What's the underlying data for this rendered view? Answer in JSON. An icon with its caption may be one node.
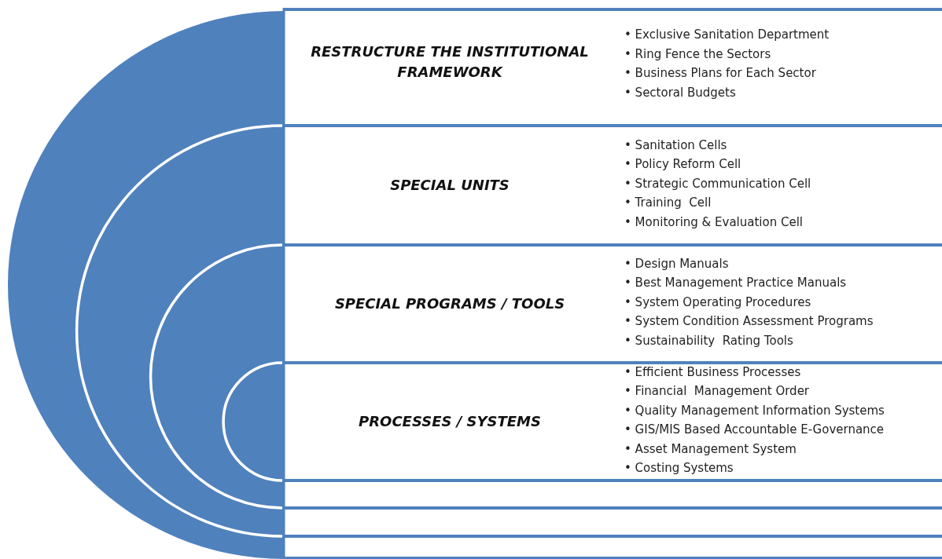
{
  "diagram": {
    "nodes": [
      {
        "text": [
          "RESTRUCTURE THE INSTITUTIONAL FRAMEWORK",
          "• Exclusive Sanitation Department",
          "• Ring Fence the Sectors",
          "• Business Plans for Each Sector",
          "• Sectoral Budgets"
        ]
      },
      {
        "text": [
          "SPECIAL UNITS",
          "• Sanitation Cells",
          "• Policy Reform Cell",
          "• Strategic Communication Cell",
          "• Training  Cell",
          "• Monitoring & Evaluation Cell"
        ]
      },
      {
        "text": [
          "SPECIAL PROGRAMS / TOOLS",
          "• Design Manuals",
          "• Best Management Practice Manuals",
          "• System Operating Procedures",
          "• System Condition Assessment Programs",
          "• Sustainability  Rating Tools"
        ]
      },
      {
        "text": [
          "PROCESSES / SYSTEMS",
          "• Efficient Business Processes",
          "• Financial  Management Order",
          "• Quality Management Information Systems",
          "• GIS/MIS Based Accountable E-Governance",
          "• Asset Management System",
          "• Costing Systems"
        ]
      }
    ]
  }
}
